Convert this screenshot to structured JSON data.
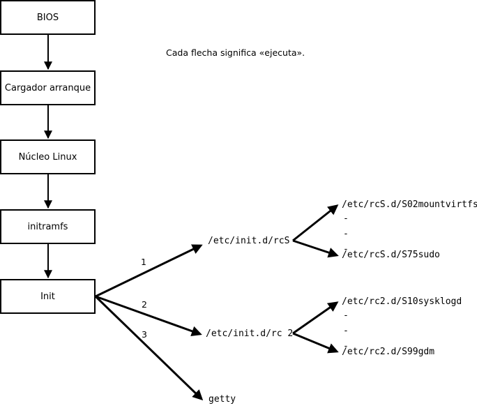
{
  "diagram": {
    "title": "Linux boot sequence diagram",
    "note": "Cada flecha significa «ejecuta».",
    "stroke_color": "#000000",
    "background_color": "#ffffff",
    "boot_chain": [
      {
        "id": "bios",
        "label": "BIOS"
      },
      {
        "id": "bootloader",
        "label": "Cargador arranque"
      },
      {
        "id": "kernel",
        "label": "Núcleo Linux"
      },
      {
        "id": "initramfs",
        "label": "initramfs"
      },
      {
        "id": "init",
        "label": "Init"
      }
    ],
    "init_branches": [
      {
        "number": "1",
        "target": "/etc/init.d/rcS"
      },
      {
        "number": "2",
        "target": "/etc/init.d/rc 2"
      },
      {
        "number": "3",
        "target": "getty"
      }
    ],
    "script_groups": [
      {
        "id": "rcs-scripts",
        "parent": "/etc/init.d/rcS",
        "first": "/etc/rcS.d/S02mountvirtfs",
        "ellipsis": [
          "-",
          "-",
          "-"
        ],
        "last": "/etc/rcS.d/S75sudo"
      },
      {
        "id": "rc2-scripts",
        "parent": "/etc/init.d/rc 2",
        "first": "/etc/rc2.d/S10sysklogd",
        "ellipsis": [
          "-",
          "-",
          "-"
        ],
        "last": "/etc/rc2.d/S99gdm"
      }
    ]
  }
}
